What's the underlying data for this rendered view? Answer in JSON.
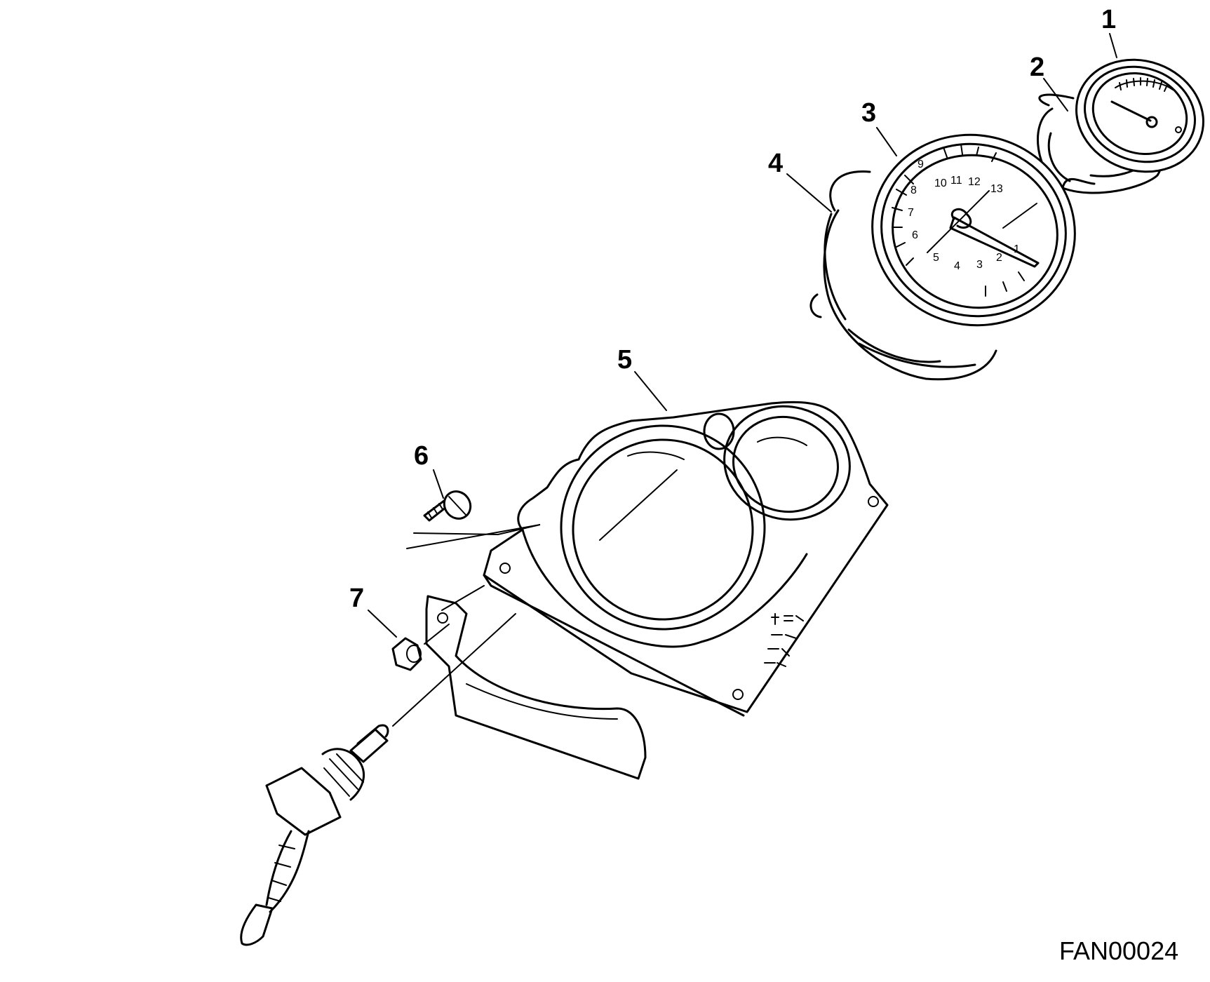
{
  "diagram": {
    "figure_id": "FAN00024",
    "callouts": [
      "1",
      "2",
      "3",
      "4",
      "5",
      "6",
      "7"
    ],
    "tachometer_dial": [
      "9",
      "10",
      "11",
      "12",
      "13",
      "8",
      "7",
      "6",
      "5",
      "4",
      "3",
      "2",
      "1"
    ]
  }
}
